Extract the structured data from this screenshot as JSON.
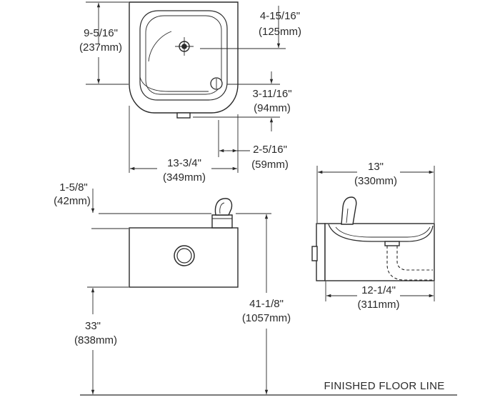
{
  "dimensions": {
    "top_view_depth": {
      "imperial": "9-5/16\"",
      "metric": "(237mm)"
    },
    "bubbler_offset": {
      "imperial": "4-15/16\"",
      "metric": "(125mm)"
    },
    "drain_offset": {
      "imperial": "3-11/16\"",
      "metric": "(94mm)"
    },
    "outlet_offset": {
      "imperial": "2-5/16\"",
      "metric": "(59mm)"
    },
    "front_width": {
      "imperial": "13-3/4\"",
      "metric": "(349mm)"
    },
    "bubbler_height": {
      "imperial": "1-5/8\"",
      "metric": "(42mm)"
    },
    "rim_height": {
      "imperial": "33\"",
      "metric": "(838mm)"
    },
    "overall_height": {
      "imperial": "41-1/8\"",
      "metric": "(1057mm)"
    },
    "side_depth": {
      "imperial": "13\"",
      "metric": "(330mm)"
    },
    "side_depth_inner": {
      "imperial": "12-1/4\"",
      "metric": "(311mm)"
    }
  },
  "floor_label": "FINISHED FLOOR LINE"
}
